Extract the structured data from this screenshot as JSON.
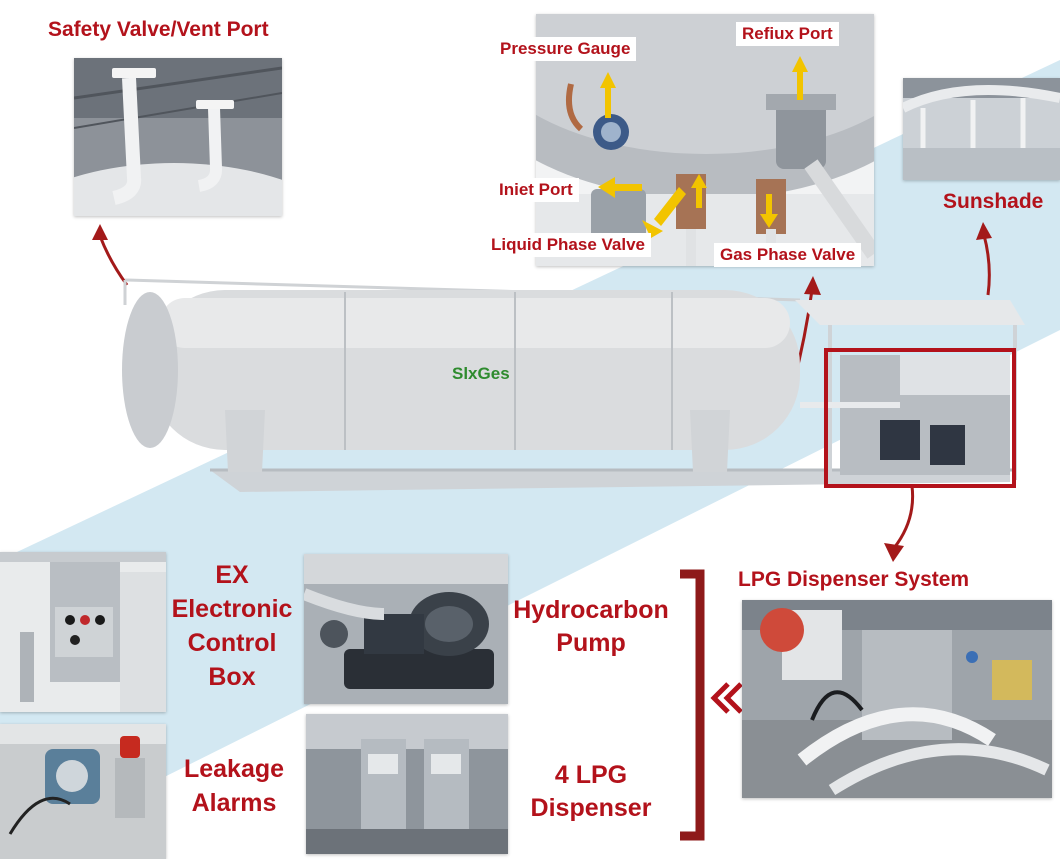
{
  "labels": {
    "safety_valve": "Safety Valve/Vent Port",
    "pressure_gauge": "Pressure Gauge",
    "reflux_port": "Refiux Port",
    "inlet_port": "Iniet Port",
    "liquid_phase_valve": "Liquid Phase Valve",
    "gas_phase_valve": "Gas Phase Valve",
    "sunshade": "Sunshade",
    "lpg_dispenser_system": "LPG Dispenser System",
    "ex_box_1": "EX",
    "ex_box_2": "Electronic",
    "ex_box_3": "Control",
    "ex_box_4": "Box",
    "pump_1": "Hydrocarbon",
    "pump_2": "Pump",
    "leakage_1": "Leakage",
    "leakage_2": "Alarms",
    "dispenser_1": "4 LPG",
    "dispenser_2": "Dispenser"
  },
  "logo": "SlxGes",
  "colors": {
    "label_red": "#b3121b",
    "arrow_yellow": "#f2c400",
    "logo_green": "#2e8b2e",
    "band_blue": "#d3e8f2"
  }
}
